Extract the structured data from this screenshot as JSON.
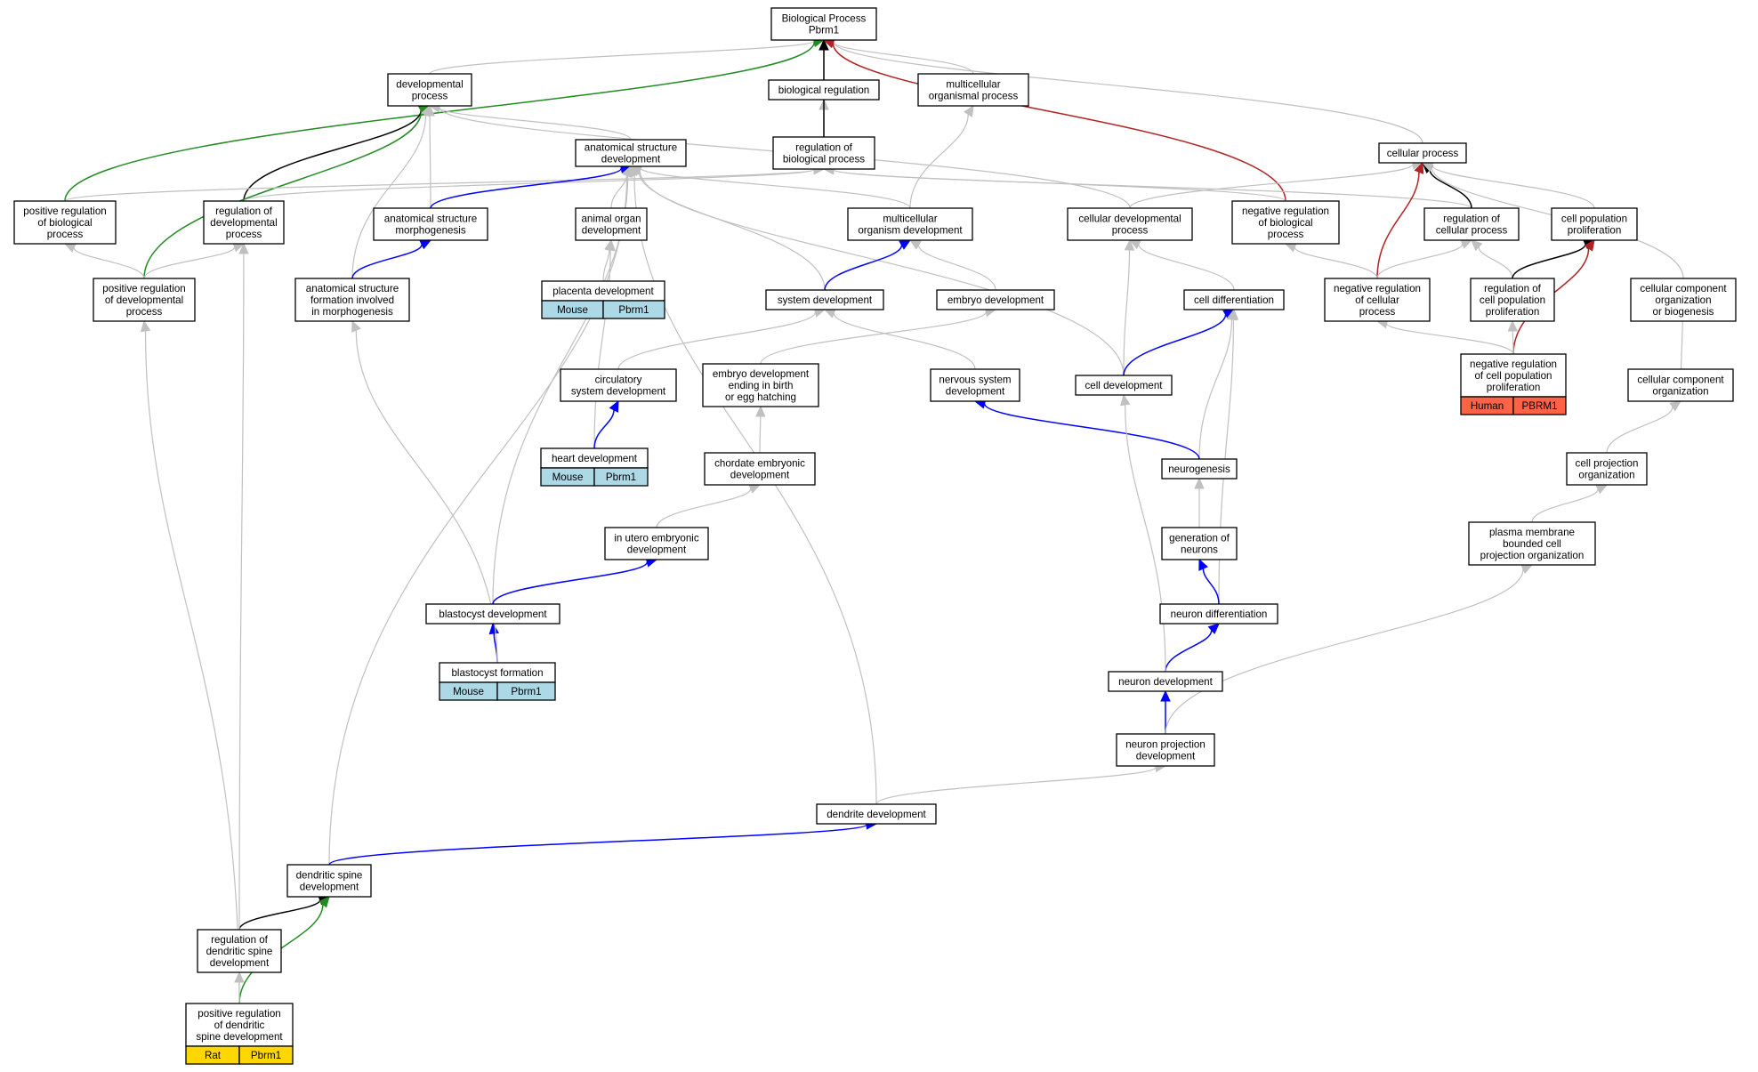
{
  "colors": {
    "is_a": "#c0c0c0",
    "part_of": "#0000ff",
    "regulates": "#000000",
    "positively_regulates": "#228b22",
    "negatively_regulates": "#b22222",
    "mouse": "#add8e6",
    "human": "#ff6347",
    "rat": "#ffd700"
  },
  "nodes": {
    "bp": {
      "lines": [
        "Biological Process",
        "Pbrm1"
      ]
    },
    "dp": {
      "lines": [
        "developmental",
        "process"
      ]
    },
    "br": {
      "lines": [
        "biological regulation"
      ]
    },
    "mop": {
      "lines": [
        "multicellular",
        "organismal process"
      ]
    },
    "asd": {
      "lines": [
        "anatomical structure",
        "development"
      ]
    },
    "rbp": {
      "lines": [
        "regulation of",
        "biological process"
      ]
    },
    "cp": {
      "lines": [
        "cellular process"
      ]
    },
    "prbp": {
      "lines": [
        "positive regulation",
        "of biological",
        "process"
      ]
    },
    "rdp": {
      "lines": [
        "regulation of",
        "developmental",
        "process"
      ]
    },
    "asm": {
      "lines": [
        "anatomical structure",
        "morphogenesis"
      ]
    },
    "aod": {
      "lines": [
        "animal organ",
        "development"
      ]
    },
    "mod": {
      "lines": [
        "multicellular",
        "organism development"
      ]
    },
    "cdp": {
      "lines": [
        "cellular developmental",
        "process"
      ]
    },
    "nrbp": {
      "lines": [
        "negative regulation",
        "of biological",
        "process"
      ]
    },
    "rcp": {
      "lines": [
        "regulation of",
        "cellular process"
      ]
    },
    "cpp": {
      "lines": [
        "cell population",
        "proliferation"
      ]
    },
    "prdp": {
      "lines": [
        "positive regulation",
        "of developmental",
        "process"
      ]
    },
    "asfm": {
      "lines": [
        "anatomical structure",
        "formation involved",
        "in morphogenesis"
      ]
    },
    "pd": {
      "lines": [
        "placenta development"
      ],
      "tag": [
        "Mouse",
        "Pbrm1"
      ],
      "tag_color": "mouse"
    },
    "sd": {
      "lines": [
        "system development"
      ]
    },
    "ed": {
      "lines": [
        "embryo development"
      ]
    },
    "cd": {
      "lines": [
        "cell differentiation"
      ]
    },
    "nrcp": {
      "lines": [
        "negative regulation",
        "of cellular",
        "process"
      ]
    },
    "rcpp": {
      "lines": [
        "regulation of",
        "cell population",
        "proliferation"
      ]
    },
    "ccob": {
      "lines": [
        "cellular component",
        "organization",
        "or biogenesis"
      ]
    },
    "csd": {
      "lines": [
        "circulatory",
        "system development"
      ]
    },
    "edeb": {
      "lines": [
        "embryo development",
        "ending in birth",
        "or egg hatching"
      ]
    },
    "nsd": {
      "lines": [
        "nervous system",
        "development"
      ]
    },
    "celld": {
      "lines": [
        "cell development"
      ]
    },
    "nrcpp": {
      "lines": [
        "negative regulation",
        "of cell population",
        "proliferation"
      ],
      "tag": [
        "Human",
        "PBRM1"
      ],
      "tag_color": "human"
    },
    "cco": {
      "lines": [
        "cellular component",
        "organization"
      ]
    },
    "hd": {
      "lines": [
        "heart development"
      ],
      "tag": [
        "Mouse",
        "Pbrm1"
      ],
      "tag_color": "mouse"
    },
    "ced": {
      "lines": [
        "chordate embryonic",
        "development"
      ]
    },
    "ng": {
      "lines": [
        "neurogenesis"
      ]
    },
    "cpo": {
      "lines": [
        "cell projection",
        "organization"
      ]
    },
    "gon": {
      "lines": [
        "generation of",
        "neurons"
      ]
    },
    "pmbc": {
      "lines": [
        "plasma membrane",
        "bounded cell",
        "projection organization"
      ]
    },
    "ued": {
      "lines": [
        "in utero embryonic",
        "development"
      ]
    },
    "bd": {
      "lines": [
        "blastocyst development"
      ]
    },
    "nd": {
      "lines": [
        "neuron differentiation"
      ]
    },
    "bf": {
      "lines": [
        "blastocyst formation"
      ],
      "tag": [
        "Mouse",
        "Pbrm1"
      ],
      "tag_color": "mouse"
    },
    "ndev": {
      "lines": [
        "neuron development"
      ]
    },
    "npd": {
      "lines": [
        "neuron projection",
        "development"
      ]
    },
    "ddev": {
      "lines": [
        "dendrite development"
      ]
    },
    "dsd": {
      "lines": [
        "dendritic spine",
        "development"
      ]
    },
    "rdsd": {
      "lines": [
        "regulation of",
        "dendritic spine",
        "development"
      ]
    },
    "prdsd": {
      "lines": [
        "positive regulation",
        "of dendritic",
        "spine development"
      ],
      "tag": [
        "Rat",
        "Pbrm1"
      ],
      "tag_color": "rat"
    }
  },
  "edges": [
    {
      "from": "dp",
      "to": "bp",
      "type": "is_a"
    },
    {
      "from": "br",
      "to": "bp",
      "type": "is_a"
    },
    {
      "from": "mop",
      "to": "bp",
      "type": "is_a"
    },
    {
      "from": "cp",
      "to": "bp",
      "type": "is_a"
    },
    {
      "from": "rbp",
      "to": "br",
      "type": "is_a"
    },
    {
      "from": "rbp",
      "to": "bp",
      "type": "regulates"
    },
    {
      "from": "prbp",
      "to": "bp",
      "type": "positively_regulates"
    },
    {
      "from": "nrbp",
      "to": "bp",
      "type": "negatively_regulates"
    },
    {
      "from": "asd",
      "to": "dp",
      "type": "is_a"
    },
    {
      "from": "asm",
      "to": "dp",
      "type": "is_a"
    },
    {
      "from": "rdp",
      "to": "dp",
      "type": "regulates"
    },
    {
      "from": "prdp",
      "to": "dp",
      "type": "positively_regulates"
    },
    {
      "from": "cdp",
      "to": "dp",
      "type": "is_a"
    },
    {
      "from": "asfm",
      "to": "dp",
      "type": "is_a"
    },
    {
      "from": "prbp",
      "to": "rbp",
      "type": "is_a"
    },
    {
      "from": "rdp",
      "to": "rbp",
      "type": "is_a"
    },
    {
      "from": "nrbp",
      "to": "rbp",
      "type": "is_a"
    },
    {
      "from": "rcp",
      "to": "rbp",
      "type": "is_a"
    },
    {
      "from": "prdp",
      "to": "prbp",
      "type": "is_a"
    },
    {
      "from": "prdp",
      "to": "rdp",
      "type": "is_a"
    },
    {
      "from": "asm",
      "to": "asd",
      "type": "part_of"
    },
    {
      "from": "aod",
      "to": "asd",
      "type": "is_a"
    },
    {
      "from": "mod",
      "to": "asd",
      "type": "is_a"
    },
    {
      "from": "sd",
      "to": "asd",
      "type": "is_a"
    },
    {
      "from": "bd",
      "to": "asd",
      "type": "is_a"
    },
    {
      "from": "dsd",
      "to": "asd",
      "type": "is_a"
    },
    {
      "from": "ddev",
      "to": "asd",
      "type": "is_a"
    },
    {
      "from": "celld",
      "to": "asd",
      "type": "is_a"
    },
    {
      "from": "mod",
      "to": "mop",
      "type": "is_a"
    },
    {
      "from": "sd",
      "to": "mod",
      "type": "part_of"
    },
    {
      "from": "ed",
      "to": "mod",
      "type": "is_a"
    },
    {
      "from": "asfm",
      "to": "asm",
      "type": "part_of"
    },
    {
      "from": "pd",
      "to": "aod",
      "type": "is_a"
    },
    {
      "from": "hd",
      "to": "aod",
      "type": "is_a"
    },
    {
      "from": "cdp",
      "to": "cp",
      "type": "is_a"
    },
    {
      "from": "nrcp",
      "to": "cp",
      "type": "negatively_regulates"
    },
    {
      "from": "rcp",
      "to": "cp",
      "type": "regulates"
    },
    {
      "from": "cpp",
      "to": "cp",
      "type": "is_a"
    },
    {
      "from": "ccob",
      "to": "cp",
      "type": "is_a"
    },
    {
      "from": "nrcp",
      "to": "nrbp",
      "type": "is_a"
    },
    {
      "from": "nrcp",
      "to": "rcp",
      "type": "is_a"
    },
    {
      "from": "rcpp",
      "to": "rcp",
      "type": "is_a"
    },
    {
      "from": "rcpp",
      "to": "cpp",
      "type": "regulates"
    },
    {
      "from": "nrcpp",
      "to": "cpp",
      "type": "negatively_regulates"
    },
    {
      "from": "nrcpp",
      "to": "nrcp",
      "type": "is_a"
    },
    {
      "from": "nrcpp",
      "to": "rcpp",
      "type": "is_a"
    },
    {
      "from": "cd",
      "to": "cdp",
      "type": "is_a"
    },
    {
      "from": "celld",
      "to": "cdp",
      "type": "is_a"
    },
    {
      "from": "celld",
      "to": "cd",
      "type": "part_of"
    },
    {
      "from": "ng",
      "to": "cd",
      "type": "is_a"
    },
    {
      "from": "nd",
      "to": "cd",
      "type": "is_a"
    },
    {
      "from": "csd",
      "to": "sd",
      "type": "is_a"
    },
    {
      "from": "nsd",
      "to": "sd",
      "type": "is_a"
    },
    {
      "from": "edeb",
      "to": "ed",
      "type": "is_a"
    },
    {
      "from": "hd",
      "to": "csd",
      "type": "part_of"
    },
    {
      "from": "ced",
      "to": "edeb",
      "type": "is_a"
    },
    {
      "from": "ued",
      "to": "ced",
      "type": "is_a"
    },
    {
      "from": "bd",
      "to": "ued",
      "type": "part_of"
    },
    {
      "from": "bf",
      "to": "bd",
      "type": "part_of"
    },
    {
      "from": "bf",
      "to": "asfm",
      "type": "is_a"
    },
    {
      "from": "ng",
      "to": "nsd",
      "type": "part_of"
    },
    {
      "from": "gon",
      "to": "ng",
      "type": "is_a"
    },
    {
      "from": "nd",
      "to": "gon",
      "type": "part_of"
    },
    {
      "from": "ndev",
      "to": "nd",
      "type": "part_of"
    },
    {
      "from": "ndev",
      "to": "celld",
      "type": "is_a"
    },
    {
      "from": "npd",
      "to": "ndev",
      "type": "part_of"
    },
    {
      "from": "npd",
      "to": "pmbc",
      "type": "is_a"
    },
    {
      "from": "ddev",
      "to": "npd",
      "type": "is_a"
    },
    {
      "from": "dsd",
      "to": "ddev",
      "type": "part_of"
    },
    {
      "from": "rdsd",
      "to": "dsd",
      "type": "regulates"
    },
    {
      "from": "prdsd",
      "to": "dsd",
      "type": "positively_regulates"
    },
    {
      "from": "rdsd",
      "to": "rdp",
      "type": "is_a"
    },
    {
      "from": "prdsd",
      "to": "rdsd",
      "type": "is_a"
    },
    {
      "from": "prdsd",
      "to": "prdp",
      "type": "is_a"
    },
    {
      "from": "ccob",
      "to": "cco",
      "type": "is_a"
    },
    {
      "from": "cpo",
      "to": "cco",
      "type": "is_a"
    },
    {
      "from": "pmbc",
      "to": "cpo",
      "type": "is_a"
    }
  ]
}
